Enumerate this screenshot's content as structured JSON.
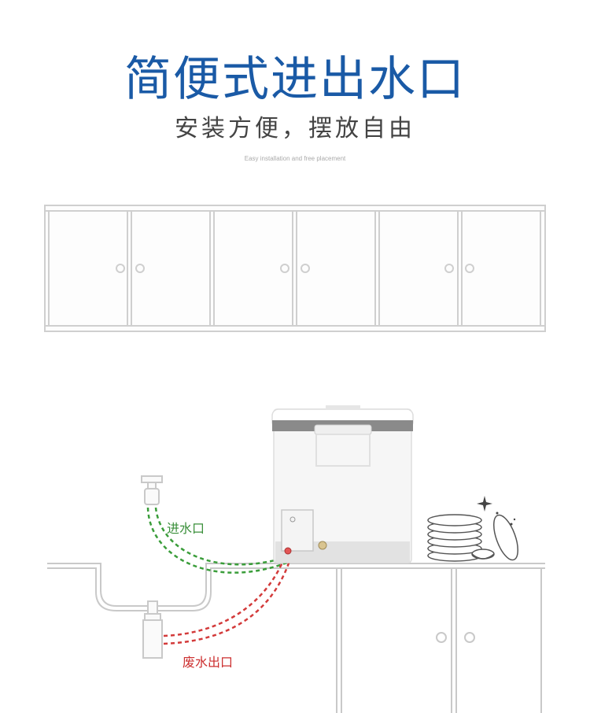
{
  "title": "简便式进出水口",
  "subtitle": "安装方便，摆放自由",
  "caption": "Easy installation and free placement",
  "labels": {
    "inlet": "进水口",
    "waste_outlet": "废水出口"
  },
  "colors": {
    "title": "#1a5aa6",
    "inlet_hose": "#3a9d3a",
    "waste_hose": "#d33a3a",
    "line_art": "#c9c9c9"
  }
}
